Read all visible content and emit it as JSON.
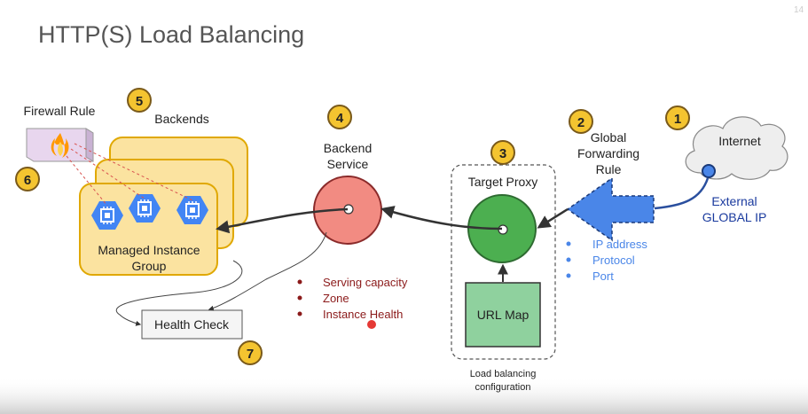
{
  "slide": {
    "title": "HTTP(S) Load Balancing",
    "page_number": "14"
  },
  "markers": [
    "1",
    "2",
    "3",
    "4",
    "5",
    "6",
    "7"
  ],
  "labels": {
    "internet": "Internet",
    "external_ip_line1": "External",
    "external_ip_line2": "GLOBAL IP",
    "forwarding_rule_line1": "Global",
    "forwarding_rule_line2": "Forwarding",
    "forwarding_rule_line3": "Rule",
    "target_proxy": "Target Proxy",
    "url_map": "URL Map",
    "lb_config_line1": "Load balancing",
    "lb_config_line2": "configuration",
    "backend_service_line1": "Backend",
    "backend_service_line2": "Service",
    "backends": "Backends",
    "firewall_rule": "Firewall Rule",
    "mig_line1": "Managed Instance",
    "mig_line2": "Group",
    "health_check": "Health Check"
  },
  "forwarding_rule_fields": [
    "IP address",
    "Protocol",
    "Port"
  ],
  "backend_service_fields": [
    "Serving capacity",
    "Zone",
    "Instance Health"
  ],
  "colors": {
    "marker_fill": "#f4c430",
    "marker_stroke": "#7a5a1a",
    "forward_arrow": "#4a86e8",
    "backend_service": "#f28b82",
    "target_proxy": "#4caf50",
    "url_map": "#8fd19e",
    "mig_fill": "#fbe3a0",
    "mig_stroke": "#e0a800",
    "vm_hex": "#4285f4",
    "field_blue": "#4a86e8",
    "field_red": "#8b1a1a"
  }
}
